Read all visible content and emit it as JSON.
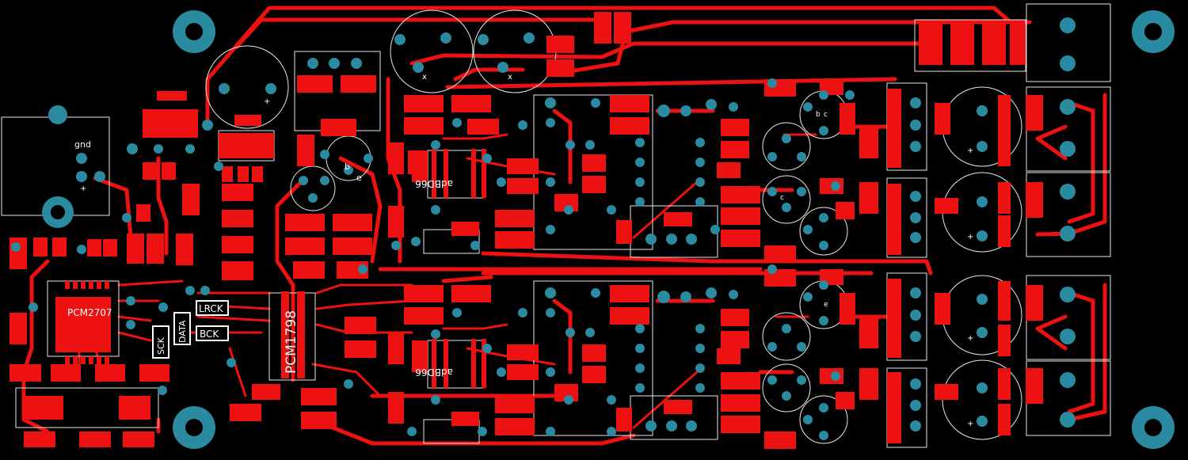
{
  "board": {
    "colors": {
      "background": "#000000",
      "copper": "#ee1111",
      "pad": "#2a8aa0",
      "silkscreen": "#e8e8e8",
      "label_text": "#ffffff"
    },
    "labels": {
      "gnd": "gnd",
      "plus_in": "+",
      "pcm2707": "PCM2707",
      "pcm1798": "PCM1798",
      "lrck": "LRCK",
      "data": "DATA",
      "bck": "BCK",
      "sck": "SCK",
      "opamp_top": "adBD66",
      "opamp_bottom": "adBD66",
      "cap_x": "x",
      "cap_plus": "+",
      "pin_b": "b",
      "pin_c": "c",
      "pin_e": "e"
    }
  }
}
